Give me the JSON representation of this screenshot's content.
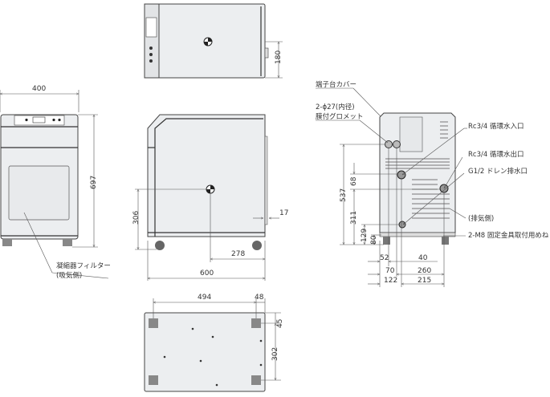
{
  "views": {
    "top": {
      "dims": {
        "depth_side": "180"
      }
    },
    "front": {
      "dims": {
        "width": "400",
        "height": "697"
      },
      "filter_label_1": "凝縮器フィルター",
      "filter_label_2": "(吸気側)"
    },
    "side": {
      "dims": {
        "cg_height": "306",
        "cg_offset": "278",
        "depth": "600",
        "protrusion": "17"
      }
    },
    "rear": {
      "labels": {
        "terminal_cover": "端子台カバー",
        "grommet_1": "2-ϕ27(内径)",
        "grommet_2": "膜付グロメット",
        "inlet": "Rc3/4 循環水入口",
        "outlet": "Rc3/4 循環水出口",
        "drain": "G1/2 ドレン排水口",
        "exhaust": "(排気側)",
        "screw": "2-M8 固定金具取付用めねじ"
      },
      "dims": {
        "d537": "537",
        "d68": "68",
        "d311": "311",
        "d129": "129",
        "d80": "80",
        "d52": "52",
        "d40": "40",
        "d70": "70",
        "d260": "260",
        "d122": "122",
        "d215": "215"
      }
    },
    "bottom": {
      "dims": {
        "d494": "494",
        "d48": "48",
        "d45": "45",
        "d302": "302"
      }
    }
  }
}
